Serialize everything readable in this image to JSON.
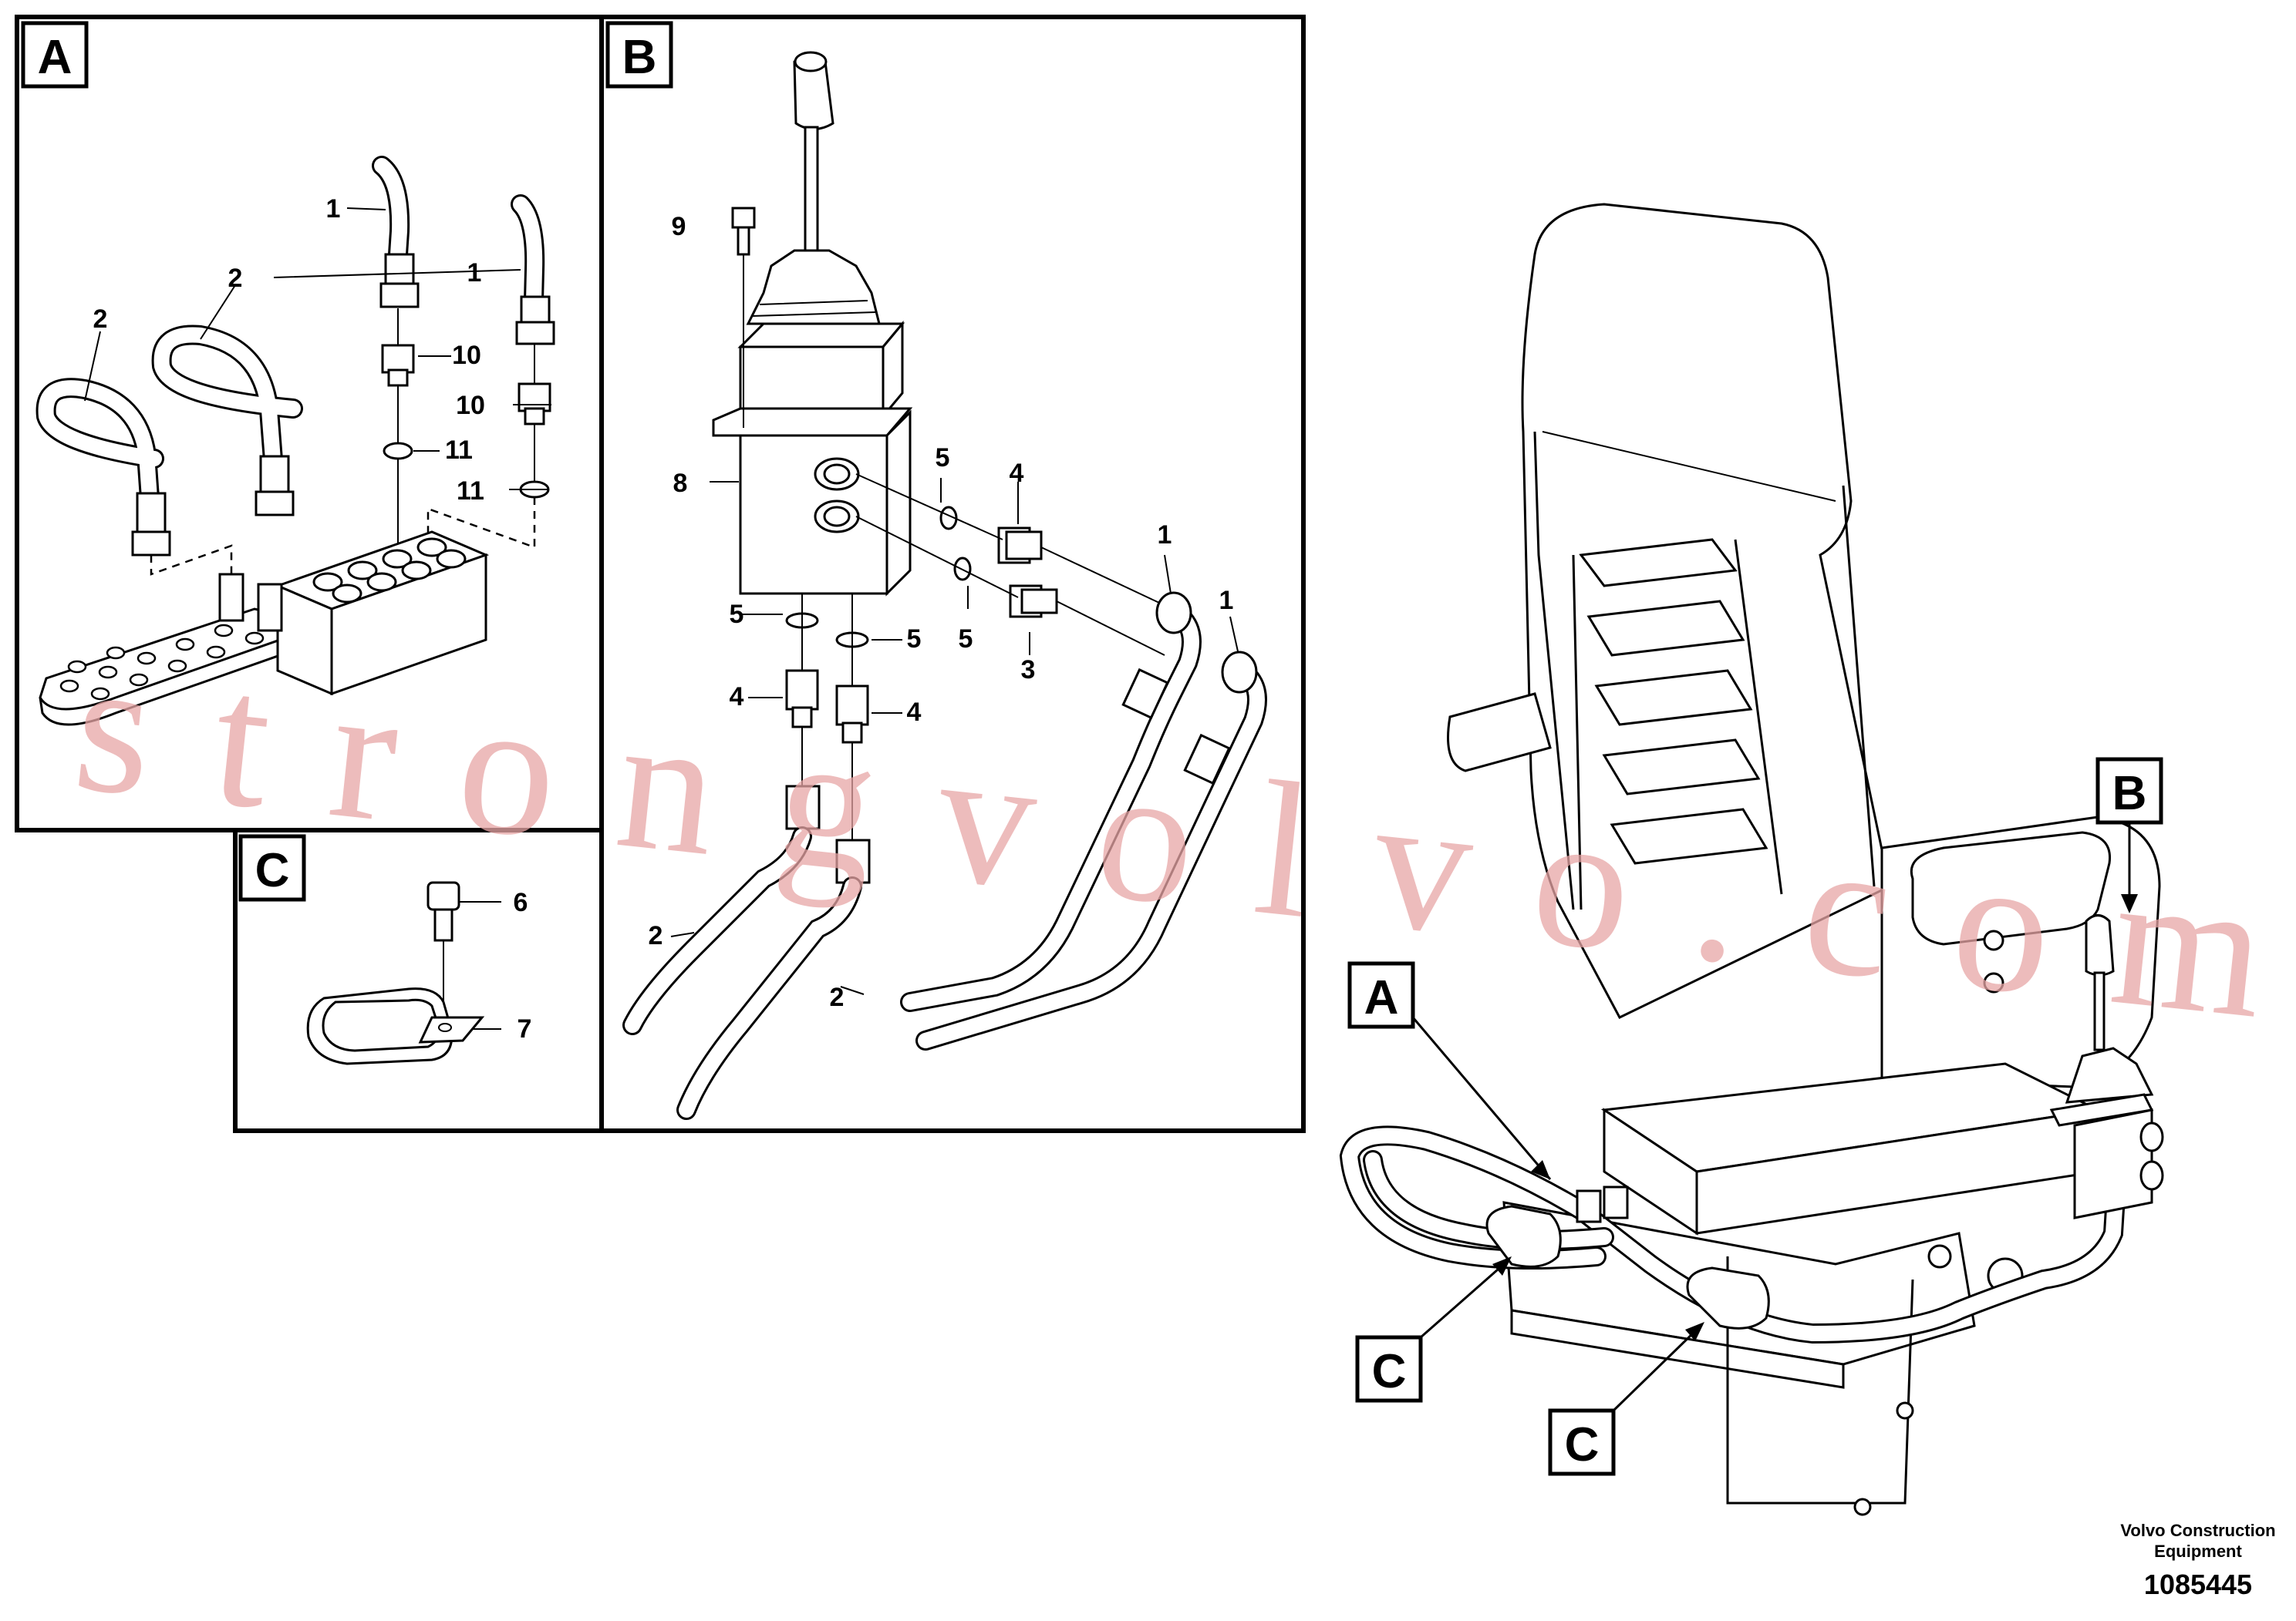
{
  "panels": [
    {
      "id": "A",
      "label": "A"
    },
    {
      "id": "B",
      "label": "B"
    },
    {
      "id": "C",
      "label": "C"
    }
  ],
  "panel_a_callouts": [
    "1",
    "1",
    "2",
    "2",
    "10",
    "10",
    "11",
    "11"
  ],
  "panel_b_callouts": [
    "9",
    "8",
    "5",
    "4",
    "1",
    "1",
    "5",
    "3",
    "5",
    "5",
    "4",
    "4",
    "2",
    "2"
  ],
  "panel_c_callouts": [
    "6",
    "7"
  ],
  "overview_tags": [
    "A",
    "B",
    "C",
    "C"
  ],
  "credit": {
    "line1": "Volvo Construction",
    "line2": "Equipment",
    "number": "1085445"
  },
  "watermark": "strongvolvo.com"
}
